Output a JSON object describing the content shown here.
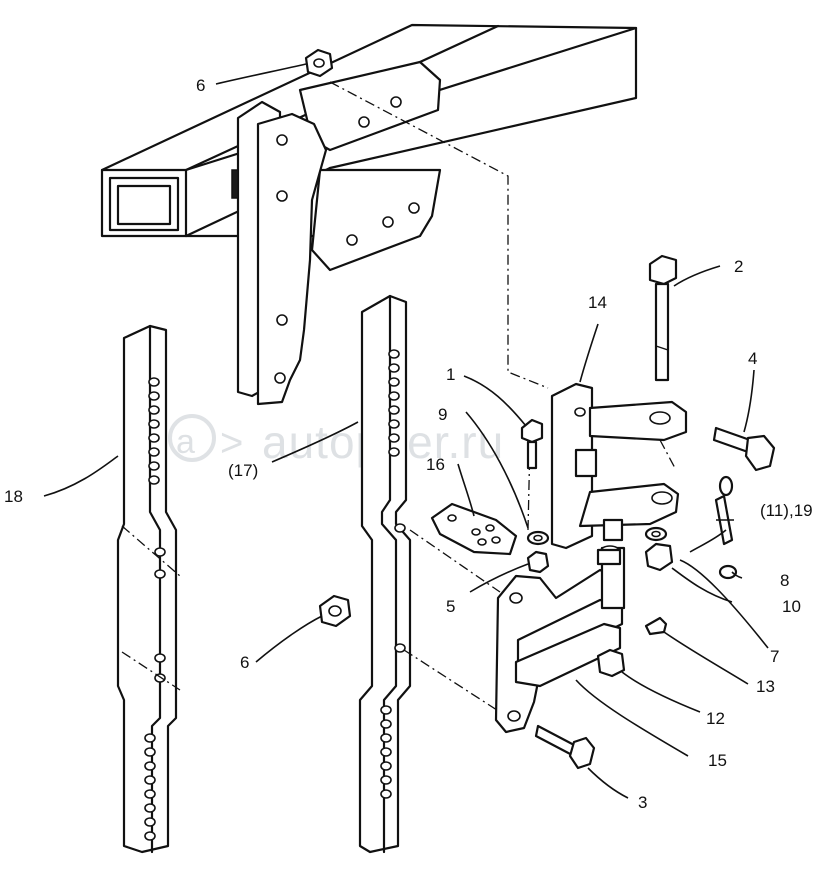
{
  "watermark": "autopiter.ru",
  "labels": {
    "l1": "1",
    "l2": "2",
    "l3": "3",
    "l4": "4",
    "l5": "5",
    "l6a": "6",
    "l6b": "6",
    "l7": "7",
    "l8": "8",
    "l9": "9",
    "l10": "10",
    "l11_19": "(11),19",
    "l12": "12",
    "l13": "13",
    "l14": "14",
    "l15": "15",
    "l16": "16",
    "l17": "(17)",
    "l18": "18"
  }
}
